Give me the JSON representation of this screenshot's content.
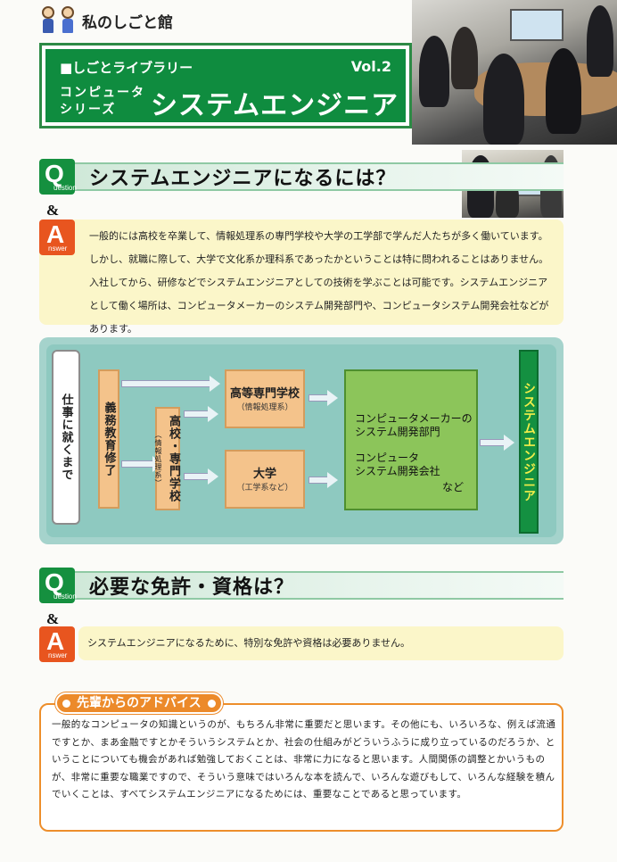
{
  "header": {
    "logo_text": "私のしごと館",
    "library_label": "■しごとライブラリー",
    "volume": "Vol.2",
    "series_line1": "コンピュータ",
    "series_line2": "シリーズ",
    "title": "システムエンジニア"
  },
  "q1": {
    "q_letter": "Q",
    "q_word": "uestion",
    "amp": "&",
    "heading": "システムエンジニアになるには？",
    "a_letter": "A",
    "a_word": "nswer",
    "answer": "一般的には高校を卒業して、情報処理系の専門学校や大学の工学部で学んだ人たちが多く働いています。しかし、就職に際して、大学で文化系か理科系であったかということは特に問われることはありません。入社してから、研修などでシステムエンジニアとしての技術を学ぶことは可能です。システムエンジニアとして働く場所は、コンピュータメーカーのシステム開発部門や、コンピュータシステム開発会社などがあります。"
  },
  "flow": {
    "start": "仕事に就くまで",
    "compulsory": "義務教育修了",
    "highschool_main": "高校・専門学校",
    "highschool_sub": "（情報処理系）",
    "vocational_main": "高等専門学校",
    "vocational_sub": "（情報処理系）",
    "university_main": "大学",
    "university_sub": "（工学系など）",
    "employer_line1": "コンピュータメーカーの",
    "employer_line2": "システム開発部門",
    "employer_line3": "コンピュータ",
    "employer_line4": "システム開発会社",
    "employer_etc": "など",
    "goal": "システムエンジニア"
  },
  "q2": {
    "q_letter": "Q",
    "q_word": "uestion",
    "amp": "&",
    "heading": "必要な免許・資格は？",
    "a_letter": "A",
    "a_word": "nswer",
    "answer": "システムエンジニアになるために、特別な免許や資格は必要ありません。"
  },
  "advice": {
    "title": "先輩からのアドバイス",
    "text": "一般的なコンピュータの知識というのが、もちろん非常に重要だと思います。その他にも、いろいろな、例えば流通ですとか、まあ金融ですとかそういうシステムとか、社会の仕組みがどういうふうに成り立っているのだろうか、ということについても機会があれば勉強しておくことは、非常に力になると思います。人間関係の調整とかいうものが、非常に重要な職業ですので、そういう意味ではいろんな本を読んで、いろんな遊びもして、いろんな経験を積んでいくことは、すべてシステムエンジニアになるためには、重要なことであると思っています。"
  },
  "colors": {
    "brand_green": "#0f8c3f",
    "answer_orange": "#e8551f",
    "answer_bg": "#fbf6c9",
    "flow_bg": "#8ec9c0",
    "advice_orange": "#ec8a2a"
  }
}
